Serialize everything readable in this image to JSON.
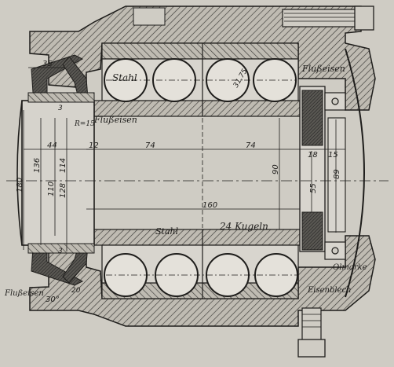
{
  "labels": {
    "stahl_top": "Stahl",
    "stahl_mid": "Stahl",
    "flusseisen_right": "Flußeisen",
    "flusseisen_inner": "Flußeisen",
    "flusseisen_left": "Flußeisen",
    "kugeln": "24 Kugeln",
    "olmarke": "Olmarke",
    "eisenblech": "Eisenblech",
    "radius": "R=15"
  },
  "dimensions": {
    "d35": "35",
    "d44": "44",
    "d12": "12",
    "d74a": "74",
    "d74b": "74",
    "d18": "18",
    "d15": "15",
    "d3_top": "3",
    "d3_bottom": "3",
    "d136": "136",
    "d114": "114",
    "d180": "180",
    "d110": "110",
    "d128": "128",
    "d90": "90",
    "d55": "55",
    "d89": "89",
    "d160": "160",
    "ball": "31,75",
    "d20": "20",
    "angle": "30°"
  },
  "colors": {
    "paper": "#cfccc4",
    "ink": "#1e1d1b",
    "hatch": "#4a4844"
  }
}
